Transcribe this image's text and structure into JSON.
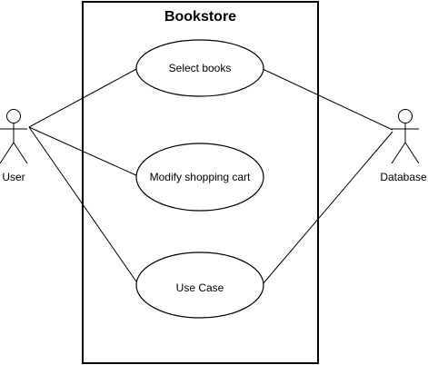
{
  "system": {
    "title": "Bookstore"
  },
  "actors": [
    {
      "id": "user",
      "label": "User"
    },
    {
      "id": "database",
      "label": "Database"
    }
  ],
  "use_cases": [
    {
      "id": "select-books",
      "label": "Select books"
    },
    {
      "id": "modify-cart",
      "label": "Modify shopping cart"
    },
    {
      "id": "use-case",
      "label": "Use Case"
    }
  ],
  "associations": [
    {
      "from": "user",
      "to": "select-books"
    },
    {
      "from": "user",
      "to": "modify-cart"
    },
    {
      "from": "user",
      "to": "use-case"
    },
    {
      "from": "database",
      "to": "select-books"
    },
    {
      "from": "database",
      "to": "use-case"
    }
  ]
}
